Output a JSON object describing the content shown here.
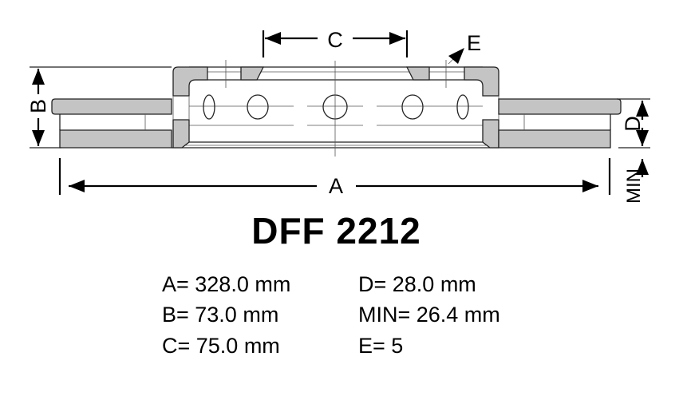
{
  "drawing": {
    "labels": {
      "a": "A",
      "b": "B",
      "c": "C",
      "d": "D",
      "e": "E",
      "min": "MIN"
    }
  },
  "title": "DFF 2212",
  "specs": {
    "left": [
      "A= 328.0 mm",
      "B= 73.0 mm",
      "C= 75.0 mm"
    ],
    "right": [
      "D= 28.0 mm",
      "MIN= 26.4 mm",
      "E= 5"
    ]
  }
}
